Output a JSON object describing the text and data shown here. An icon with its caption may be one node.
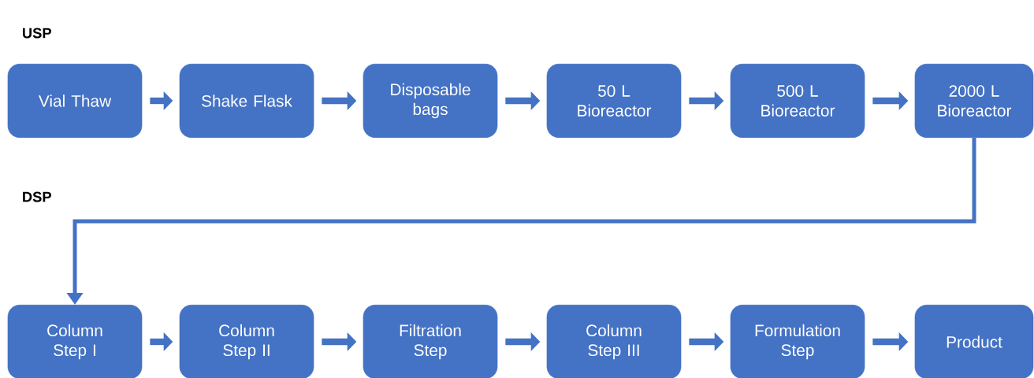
{
  "diagram": {
    "nodes": [
      {
        "text": [
          "Vial Thaw"
        ]
      },
      {
        "text": [
          "Shake Flask"
        ]
      },
      {
        "text": [
          "Disposable bags"
        ]
      },
      {
        "text": [
          "50 L Bioreactor"
        ]
      },
      {
        "text": [
          "500 L Bioreactor"
        ]
      },
      {
        "text": [
          "2000 L Bioreactor"
        ]
      },
      {
        "text": [
          "Column Step I"
        ]
      },
      {
        "text": [
          "Column Step II"
        ]
      },
      {
        "text": [
          "Filtration Step"
        ]
      },
      {
        "text": [
          "Column Step III"
        ]
      },
      {
        "text": [
          "Formulation Step"
        ]
      },
      {
        "text": [
          "Product"
        ]
      }
    ],
    "edges": [
      {
        "from": 0,
        "to": 1,
        "arrow": "to"
      },
      {
        "from": 1,
        "to": 2,
        "arrow": "to"
      },
      {
        "from": 2,
        "to": 3,
        "arrow": "to"
      },
      {
        "from": 3,
        "to": 4,
        "arrow": "to"
      },
      {
        "from": 4,
        "to": 5,
        "arrow": "to"
      },
      {
        "from": 5,
        "to": 6,
        "arrow": "to"
      },
      {
        "from": 6,
        "to": 7,
        "arrow": "to"
      },
      {
        "from": 7,
        "to": 8,
        "arrow": "to"
      },
      {
        "from": 8,
        "to": 9,
        "arrow": "to"
      },
      {
        "from": 9,
        "to": 10,
        "arrow": "to"
      },
      {
        "from": 10,
        "to": 11,
        "arrow": "to"
      }
    ],
    "labels": [
      "USP",
      "DSP"
    ]
  }
}
